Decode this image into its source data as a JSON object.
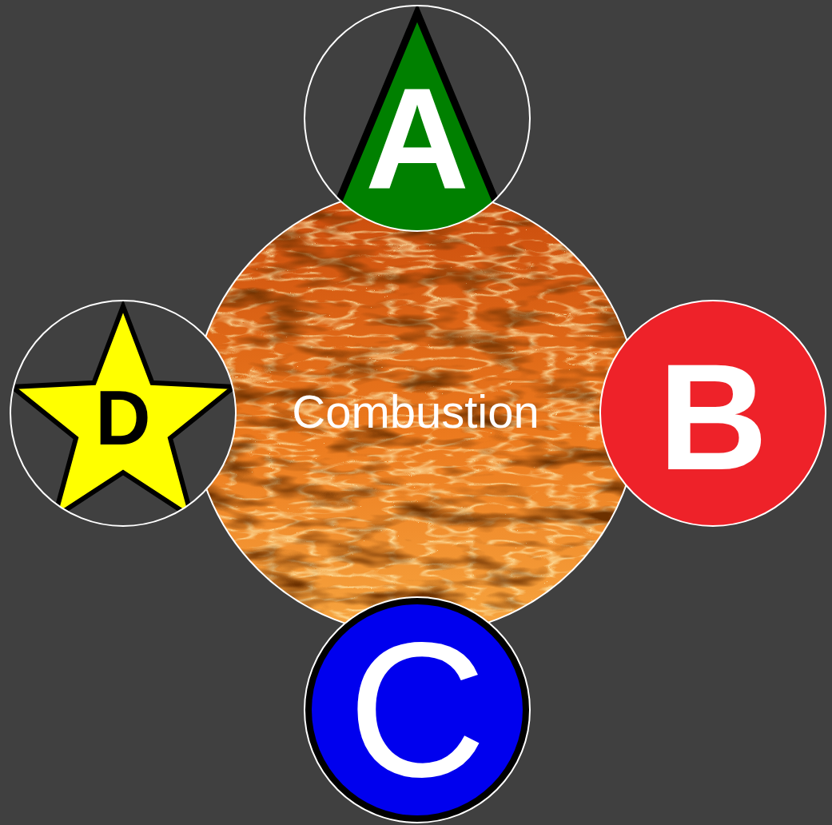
{
  "diagram": {
    "nodes": [
      {
        "text": [
          "A"
        ]
      },
      {
        "text": [
          "D"
        ]
      },
      {
        "text": [
          "Combustion"
        ]
      },
      {
        "text": [
          "B"
        ]
      },
      {
        "text": [
          "C"
        ]
      }
    ]
  }
}
